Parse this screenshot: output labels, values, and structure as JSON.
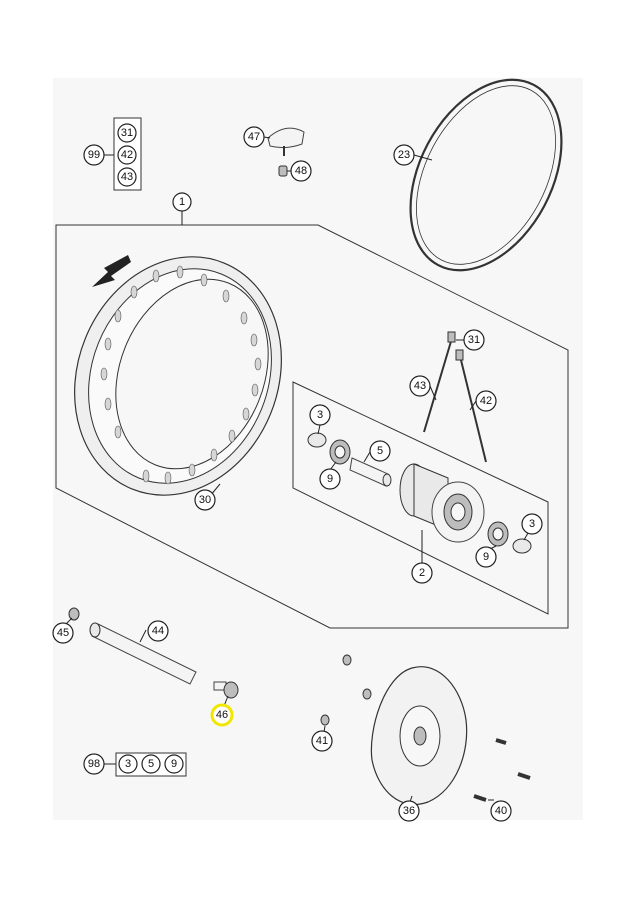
{
  "callouts": {
    "c1": "1",
    "c2": "2",
    "c3a": "3",
    "c3b": "3",
    "c5": "5",
    "c9a": "9",
    "c9b": "9",
    "c23": "23",
    "c30": "30",
    "c31a": "31",
    "c31b": "31",
    "c36": "36",
    "c40": "40",
    "c41": "41",
    "c42a": "42",
    "c42b": "42",
    "c43a": "43",
    "c43b": "43",
    "c44": "44",
    "c45": "45",
    "c46": "46",
    "c47": "47",
    "c48": "48",
    "c98": "98",
    "c98_3": "3",
    "c98_5": "5",
    "c98_9": "9",
    "c99": "99"
  },
  "highlight": {
    "part": "46",
    "color": "#f2e600"
  },
  "colors": {
    "background": "#f7f7f7",
    "line": "#333333"
  }
}
